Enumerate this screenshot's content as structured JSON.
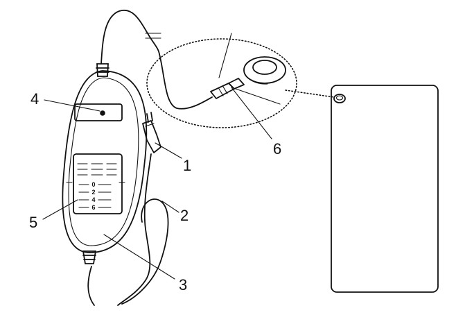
{
  "callouts": {
    "plug": "1",
    "cable": "2",
    "controller": "3",
    "indicator_light": "4",
    "setting_scale": "5",
    "connector": "6"
  },
  "controller_scale": [
    "0",
    "2",
    "4",
    "6"
  ]
}
